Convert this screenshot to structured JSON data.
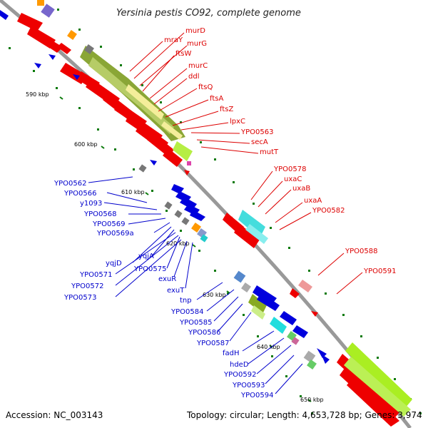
{
  "title": "Yersinia pestis CO92, complete genome",
  "footer": {
    "accession": "Accession: NC_003143",
    "topology": "Topology: circular; Length: 4,653,728 bp; Genes: 3,974"
  },
  "kbp_labels": [
    "590 kbp",
    "600 kbp",
    "610 kbp",
    "620 kbp",
    "630 kbp",
    "640 kbp",
    "650 kbp"
  ],
  "red_labels": [
    "murD",
    "mraY",
    "murG",
    "ftsW",
    "murC",
    "ddl",
    "ftsQ",
    "ftsA",
    "ftsZ",
    "lpxC",
    "YPO0563",
    "secA",
    "mutT",
    "YPO0578",
    "uxaC",
    "uxaB",
    "uxaA",
    "YPO0582",
    "YPO0588",
    "YPO0591"
  ],
  "blue_labels": [
    "YPO0562",
    "YPO0566",
    "y1093",
    "YPO0568",
    "YPO0569",
    "YPO0569a",
    "yqjD",
    "yqjA",
    "YPO0571",
    "YPO0575",
    "YPO0572",
    "exuR",
    "YPO0573",
    "exuT",
    "tnp",
    "YPO0584",
    "YPO0585",
    "YPO0586",
    "YPO0587",
    "fadH",
    "hdeD",
    "YPO0592",
    "YPO0593",
    "YPO0594"
  ],
  "colors": {
    "backbone": "#999999",
    "forward_gene": "#ee0000",
    "reverse_gene": "#0000dd",
    "rrna_like": "#88cc22",
    "cyan_feature": "#22cccc",
    "pink_feature": "#ee8888",
    "orange_feature": "#ff9900",
    "tick": "#006600"
  }
}
